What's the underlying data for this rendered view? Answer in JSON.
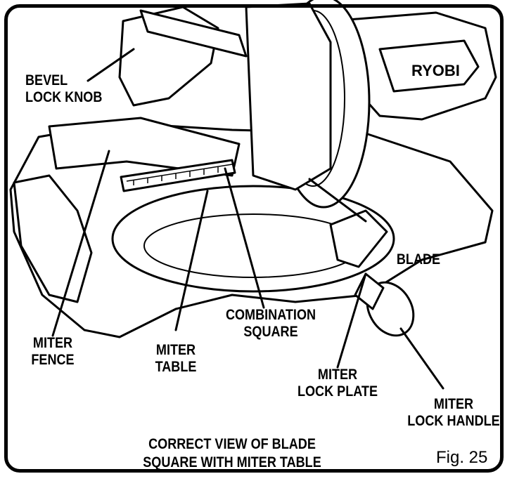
{
  "labels": {
    "bevel_lock_knob": [
      "BEVEL",
      "LOCK KNOB"
    ],
    "blade": [
      "BLADE"
    ],
    "combination_square": [
      "COMBINATION",
      "SQUARE"
    ],
    "miter_fence": [
      "MITER",
      "FENCE"
    ],
    "miter_table": [
      "MITER",
      "TABLE"
    ],
    "miter_lock_plate": [
      "MITER",
      "LOCK PLATE"
    ],
    "miter_lock_handle": [
      "MITER",
      "LOCK HANDLE"
    ]
  },
  "brand": "RYOBI",
  "caption": [
    "CORRECT VIEW OF BLADE",
    "SQUARE WITH MITER TABLE"
  ],
  "figure_number": "Fig. 25"
}
